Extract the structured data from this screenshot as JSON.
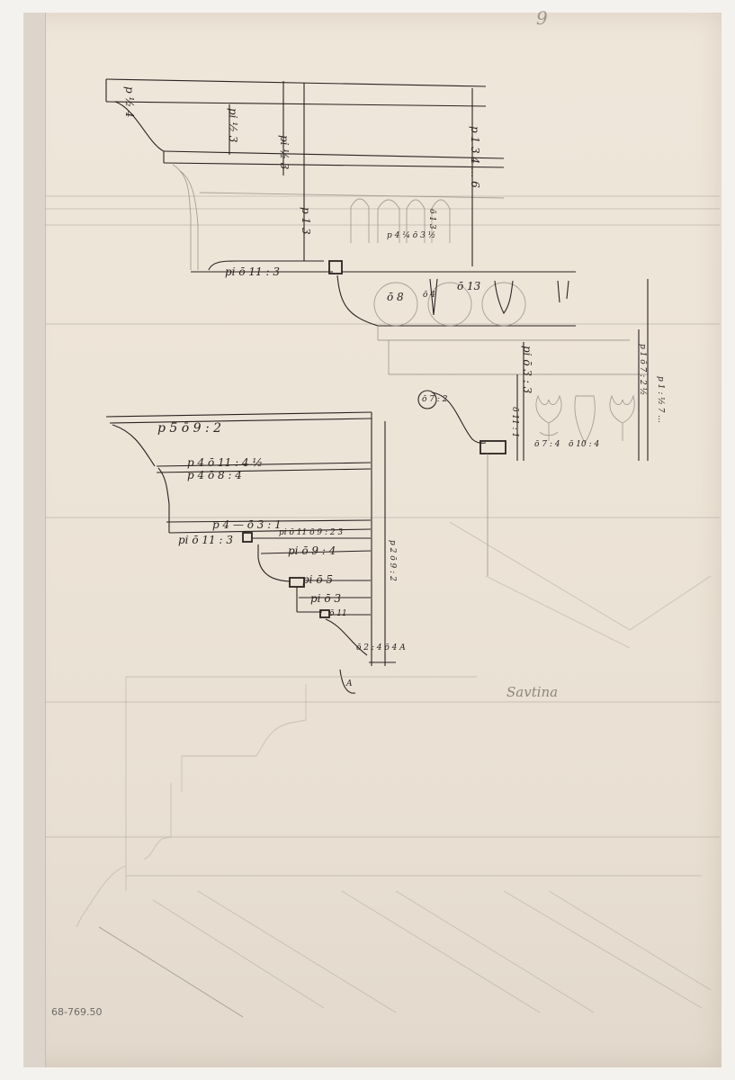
{
  "sheet": {
    "page_number_mark": "9",
    "caption_lower_right": "Savtina",
    "inventory_number": "68-769.50",
    "paper_color": "#ede4d8",
    "ink_color": "#2a2320"
  },
  "upper_cornice": {
    "annotations": [
      {
        "id": "a1",
        "text": "p ½ 4"
      },
      {
        "id": "a2",
        "text": "pi ½ 3"
      },
      {
        "id": "a3",
        "text": "pi ½ 3"
      },
      {
        "id": "a4",
        "text": "p 1 3"
      },
      {
        "id": "a5",
        "text": "p 1 3  4 ... 6"
      },
      {
        "id": "a6",
        "text": "pi ō 11 : 3"
      },
      {
        "id": "a7",
        "text": "p 4 ¼  ō 3 ½"
      },
      {
        "id": "a8",
        "text": "ō 13"
      },
      {
        "id": "a9",
        "text": "ō 8"
      },
      {
        "id": "a10",
        "text": "ō 4"
      },
      {
        "id": "a11",
        "text": "ō 1 3"
      }
    ]
  },
  "capital_detail": {
    "annotations": [
      {
        "id": "b1",
        "text": "pi ō 3 : 3"
      },
      {
        "id": "b2",
        "text": "ō 11 : 1"
      },
      {
        "id": "b3",
        "text": "ō 7 : 4"
      },
      {
        "id": "b4",
        "text": "ō 10 : 4"
      },
      {
        "id": "b5",
        "text": "p 1 ō 7 : 2 ½"
      },
      {
        "id": "b6",
        "text": "p 1 : ½ 7 ..."
      },
      {
        "id": "b7",
        "text": "ō 7 : 2"
      }
    ]
  },
  "lower_cornice": {
    "annotations": [
      {
        "id": "c1",
        "text": "p 5 ō 9 : 2"
      },
      {
        "id": "c2",
        "text": "p 4  ō 11 : 4 ½"
      },
      {
        "id": "c3",
        "text": "p 4  ō 8 : 4"
      },
      {
        "id": "c4",
        "text": "p 4 — ō 3 : 1"
      },
      {
        "id": "c5",
        "text": "pi ō 11 : 3"
      },
      {
        "id": "c6",
        "text": "pi ō 11  ō 9 : 2 3"
      },
      {
        "id": "c7",
        "text": "pi ō 9 : 4"
      },
      {
        "id": "c8",
        "text": "pi ō 5"
      },
      {
        "id": "c9",
        "text": "pi ō 3"
      },
      {
        "id": "c10",
        "text": "ō 11"
      },
      {
        "id": "c11",
        "text": "p 2 ō 9 : 2"
      },
      {
        "id": "c12",
        "text": "ō 2 : 4  ō 4  A"
      },
      {
        "id": "c13",
        "text": "A"
      }
    ]
  }
}
